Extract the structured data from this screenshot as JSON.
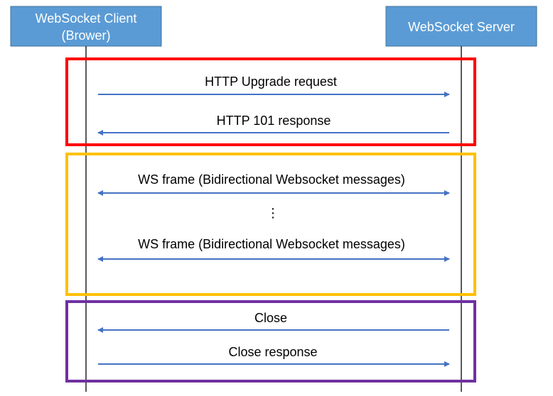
{
  "participants": {
    "client": {
      "line1": "WebSocket Client",
      "line2": "(Brower)"
    },
    "server": {
      "line1": "WebSocket Server"
    }
  },
  "colors": {
    "actor_fill": "#5B9BD5",
    "actor_border": "#41719C",
    "arrow": "#4472C4",
    "handshake_box": "#FF0000",
    "data_box": "#FFC000",
    "close_box": "#7030A0"
  },
  "groups": {
    "handshake": {
      "messages": [
        {
          "label": "HTTP Upgrade request",
          "direction": "to-server"
        },
        {
          "label": "HTTP 101 response",
          "direction": "to-client"
        }
      ]
    },
    "data": {
      "messages": [
        {
          "label": "WS frame (Bidirectional Websocket messages)",
          "direction": "both"
        },
        {
          "label": "WS frame (Bidirectional Websocket messages)",
          "direction": "both"
        }
      ],
      "continuation": "⋮"
    },
    "close": {
      "messages": [
        {
          "label": "Close",
          "direction": "to-client"
        },
        {
          "label": "Close response",
          "direction": "to-server"
        }
      ]
    }
  }
}
